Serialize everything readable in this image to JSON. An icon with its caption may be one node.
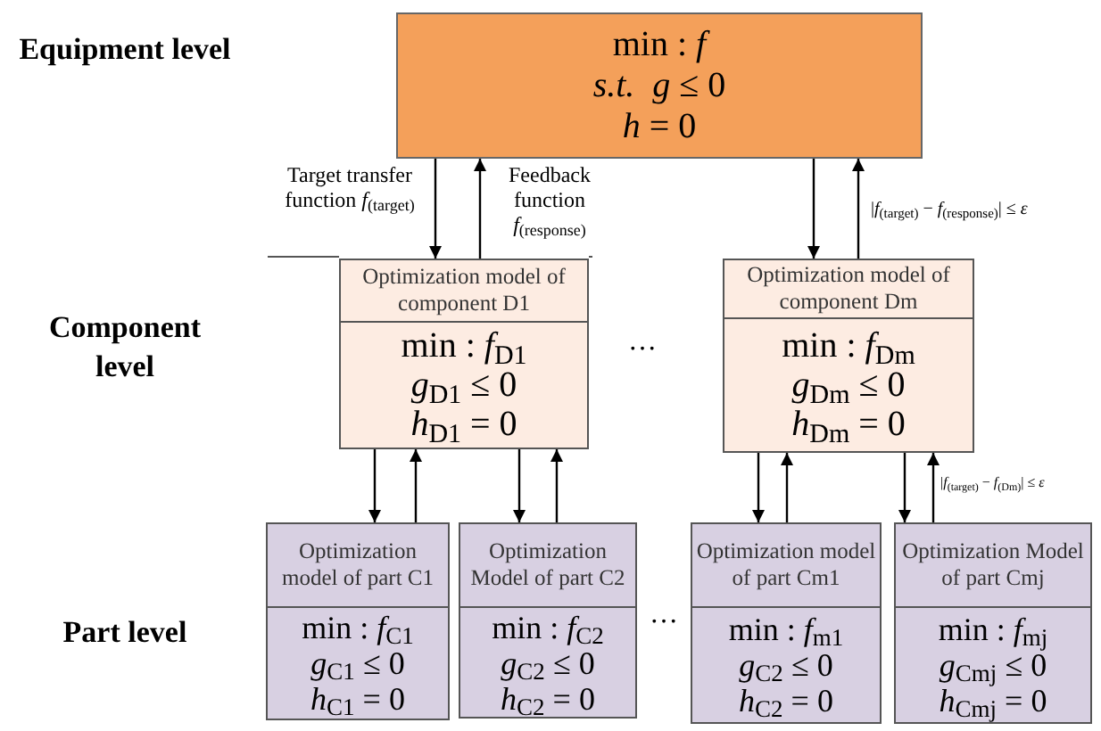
{
  "diagram": {
    "nodes": [
      {
        "text": [
          "min : *f*",
          "*s.t.*  *g* ≤ 0",
          "*h* = 0"
        ]
      },
      {
        "text": [
          "Optimization model of component D1",
          "min : *f*$_{D1}$",
          "*g*$_{D1}$ ≤ 0",
          "*h*$_{D1}$ = 0"
        ]
      },
      {
        "text": [
          "Optimization model of component Dm",
          "min : *f*$_{Dm}$",
          "*g*$_{Dm}$ ≤ 0",
          "*h*$_{Dm}$ = 0"
        ]
      },
      {
        "text": [
          "Optimization model of part C1",
          "min : *f*$_{C1}$",
          "*g*$_{C1}$ ≤ 0",
          "*h*$_{C1}$ = 0"
        ]
      },
      {
        "text": [
          "Optimization Model of part C2",
          "min : *f*$_{C2}$",
          "*g*$_{C2}$ ≤ 0",
          "*h*$_{C2}$ = 0"
        ]
      },
      {
        "text": [
          "Optimization model of part Cm1",
          "min : *f*$_{m1}$",
          "*g*$_{C2}$ ≤ 0",
          "*h*$_{C2}$ = 0"
        ]
      },
      {
        "text": [
          "Optimization Model of part Cmj",
          "min : *f*$_{mj}$",
          "*g*$_{Cmj}$ ≤ 0",
          "*h*$_{Cmj}$ = 0"
        ]
      }
    ],
    "edges": [
      {
        "from": 0,
        "to": 1,
        "arrow": "to",
        "label": "Target transfer function *f*$_{(target)}$"
      },
      {
        "from": 1,
        "to": 0,
        "arrow": "to",
        "label": "Feedback function *f*$_{(response)}$"
      },
      {
        "from": 0,
        "to": 2,
        "arrow": "to"
      },
      {
        "from": 2,
        "to": 0,
        "arrow": "to",
        "label": "|*f*$_{(target)}$ − *f*$_{(response)}$| ≤ *ε*"
      },
      {
        "from": 1,
        "to": 3,
        "arrow": "to"
      },
      {
        "from": 3,
        "to": 1,
        "arrow": "to"
      },
      {
        "from": 1,
        "to": 4,
        "arrow": "to"
      },
      {
        "from": 4,
        "to": 1,
        "arrow": "to"
      },
      {
        "from": 2,
        "to": 5,
        "arrow": "to"
      },
      {
        "from": 5,
        "to": 2,
        "arrow": "to"
      },
      {
        "from": 2,
        "to": 6,
        "arrow": "to"
      },
      {
        "from": 6,
        "to": 2,
        "arrow": "to",
        "label": "|*f*$_{(target)}$ − *f*$_{(Dm)}$| ≤ *ε*"
      }
    ],
    "labels": [
      "Equipment level",
      "Component level",
      "Part level",
      "…",
      "…"
    ]
  }
}
